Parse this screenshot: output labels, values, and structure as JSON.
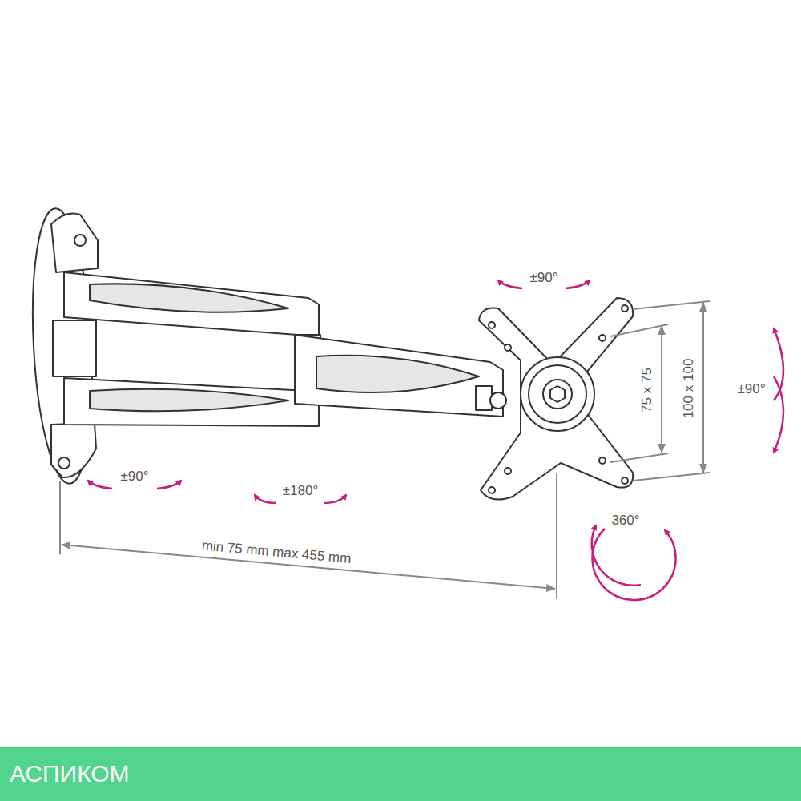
{
  "diagram": {
    "nodes": [
      {
        "text": [
          "АСПИКОМ"
        ]
      }
    ],
    "edges": [],
    "labels": [
      "±90°",
      "75 x 75",
      "100 x 100",
      "±90°",
      "±90°",
      "±180°",
      "360°",
      "min 75 mm max 455 mm"
    ]
  }
}
